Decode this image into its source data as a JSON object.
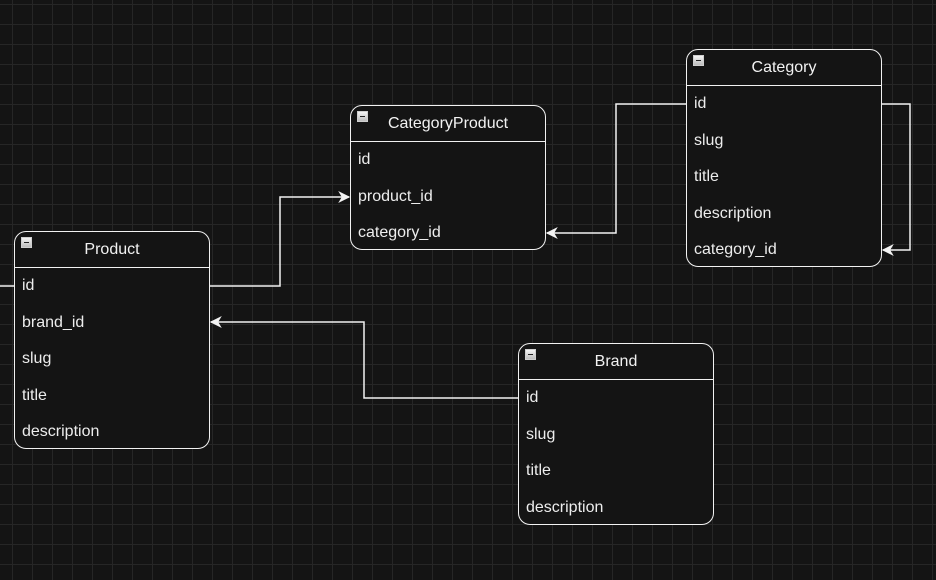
{
  "colors": {
    "background": "#141414",
    "grid": "#262626",
    "stroke": "#f2f2f2",
    "text": "#ededed"
  },
  "entities": {
    "category_product": {
      "title": "CategoryProduct",
      "fields": [
        "id",
        "product_id",
        "category_id"
      ]
    },
    "category": {
      "title": "Category",
      "fields": [
        "id",
        "slug",
        "title",
        "description",
        "category_id"
      ]
    },
    "product": {
      "title": "Product",
      "fields": [
        "id",
        "brand_id",
        "slug",
        "title",
        "description"
      ]
    },
    "brand": {
      "title": "Brand",
      "fields": [
        "id",
        "slug",
        "title",
        "description"
      ]
    }
  },
  "relations": [
    {
      "from": "product.id",
      "to": "category_product.product_id"
    },
    {
      "from": "category.id",
      "to": "category_product.category_id"
    },
    {
      "from": "category.id",
      "to": "category.category_id"
    },
    {
      "from": "brand.id",
      "to": "product.brand_id"
    }
  ]
}
